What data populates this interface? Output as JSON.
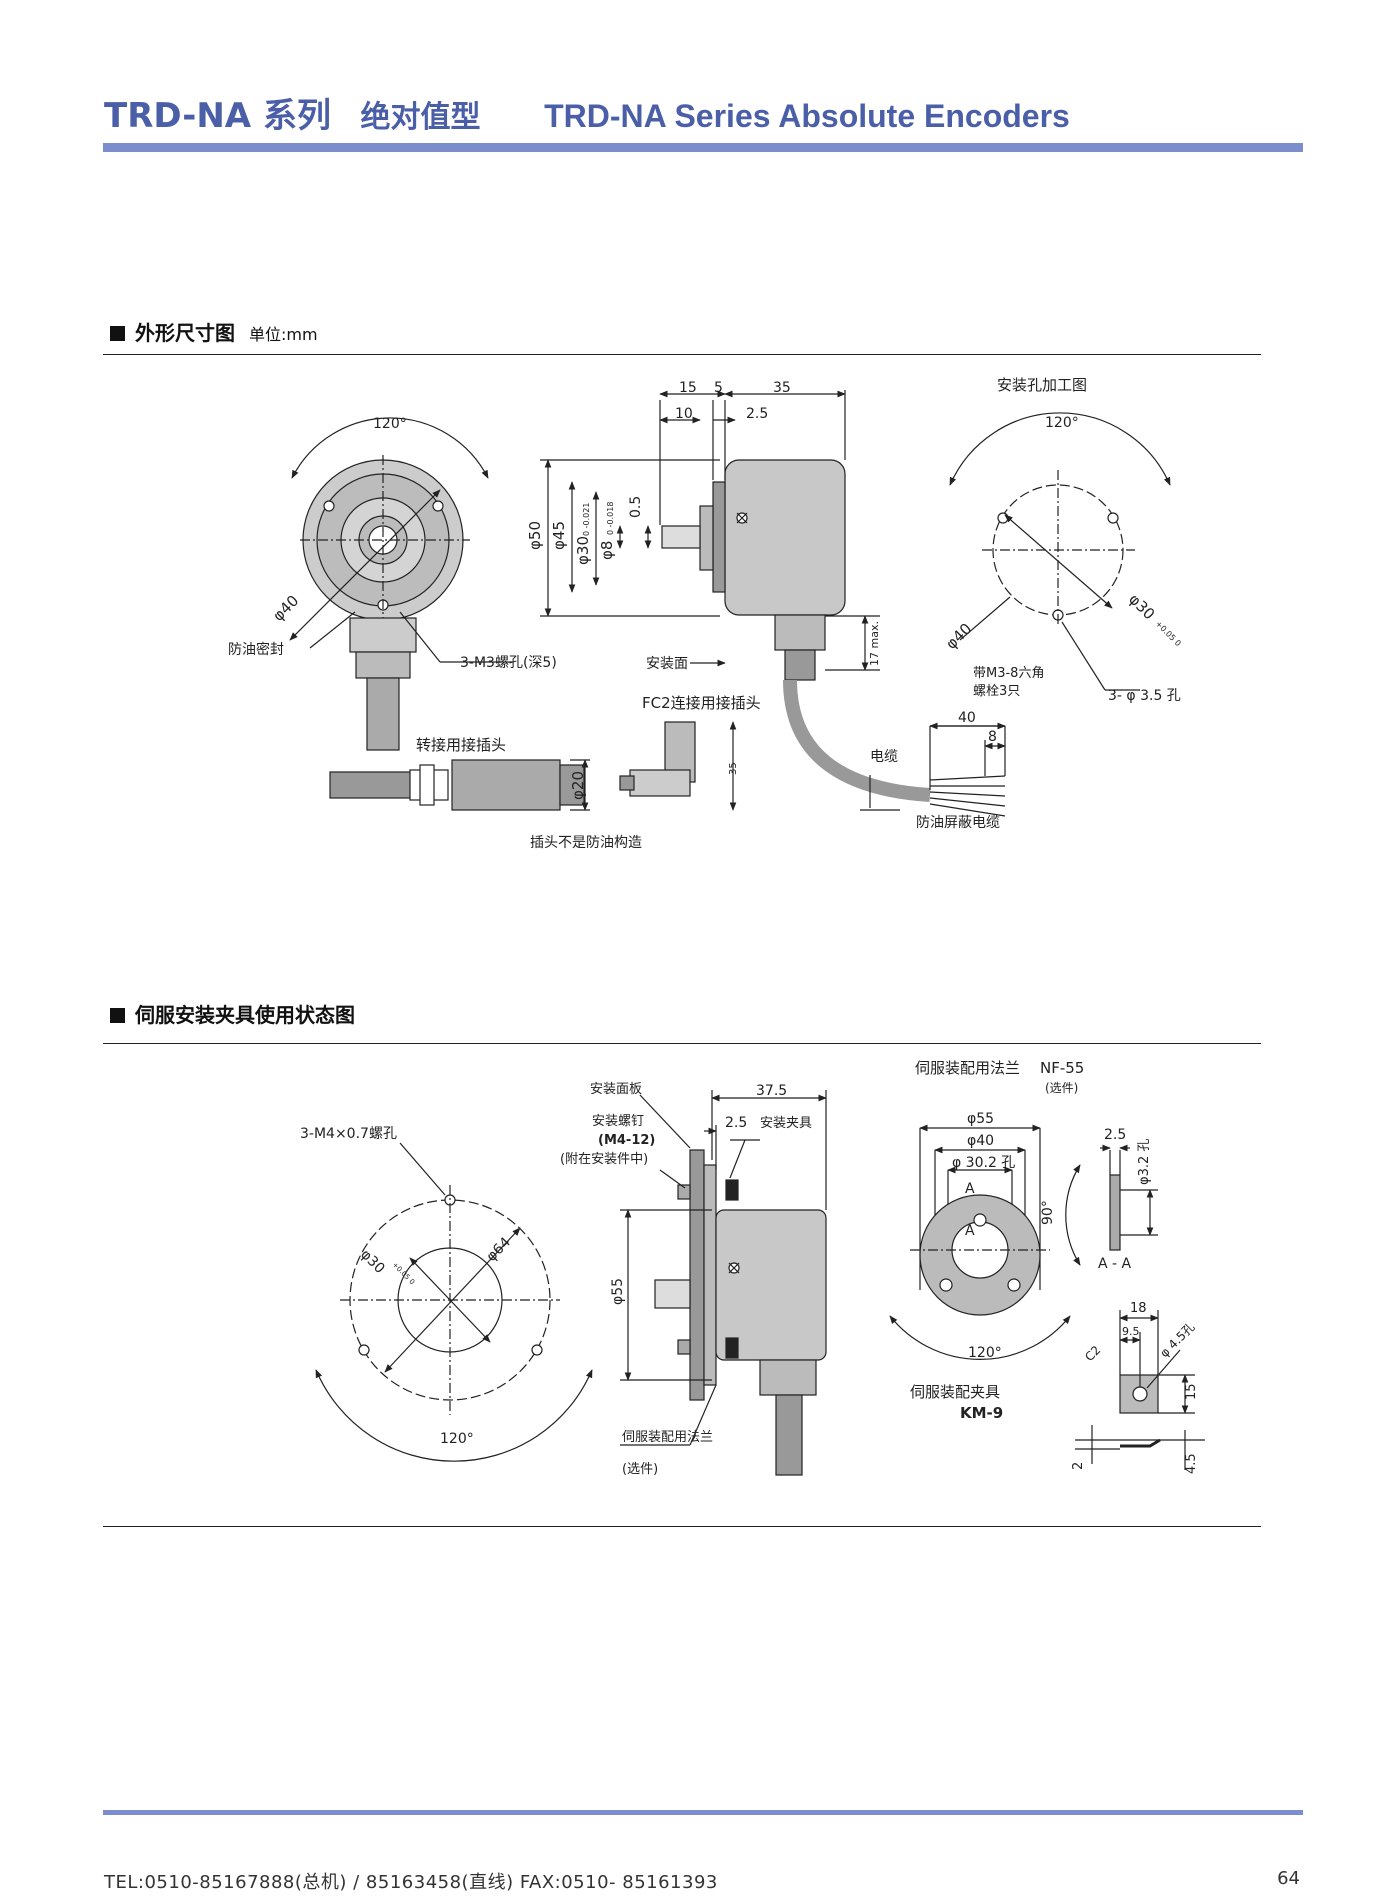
{
  "header": {
    "title_cn": "TRD-NA 系列",
    "subtitle_cn": "绝对值型",
    "title_en": "TRD-NA Series Absolute Encoders"
  },
  "section1": {
    "title": "外形尺寸图",
    "unit": "单位:mm",
    "front": {
      "angle": "120°",
      "dia40": "φ40",
      "seal": "防油密封",
      "holes": "3-M3螺孔(深5)"
    },
    "side": {
      "d15": "15",
      "d5": "5",
      "d35": "35",
      "d10": "10",
      "d25": "2.5",
      "d50": "φ50",
      "d45": "φ45",
      "d30": "φ30",
      "d30_tol": "0 -0.021",
      "d8": "φ8",
      "d8_tol": "0 -0.018",
      "d05": "0.5",
      "d17": "17 max.",
      "mount_face": "安装面"
    },
    "hole_pattern": {
      "title": "安装孔加工图",
      "angle": "120°",
      "dia40": "φ40",
      "dia30": "φ30",
      "dia30_tol": "+0.05 0",
      "bolt": "带M3-8六角",
      "bolt2": "螺栓3只",
      "holes": "3- φ 3.5 孔"
    },
    "connector": {
      "title": "转接用接插头",
      "dia20": "φ20",
      "note": "插头不是防油构造"
    },
    "fc2": {
      "title": "FC2连接用接插头",
      "d35": "35"
    },
    "cable": {
      "d40": "40",
      "d8": "8",
      "label": "电缆",
      "shield": "防油屏蔽电缆"
    }
  },
  "section2": {
    "title": "伺服安装夹具使用状态图",
    "front": {
      "holes": "3-M4×0.7螺孔",
      "d30": "φ30",
      "d30_tol": "+0.05 0",
      "d64": "φ64",
      "angle": "120°"
    },
    "side": {
      "panel": "安装面板",
      "screw": "安装螺钉",
      "screw_spec": "(M4-12)",
      "screw_note": "(附在安装件中)",
      "d375": "37.5",
      "d25": "2.5",
      "clamp": "安装夹具",
      "d55": "φ55",
      "flange": "伺服装配用法兰",
      "flange_opt": "(选件)"
    },
    "flange": {
      "title": "伺服装配用法兰",
      "model": "NF-55",
      "opt": "(选件)",
      "d55": "φ55",
      "d40": "φ40",
      "d302": "φ 30.2 孔",
      "a": "A",
      "angle": "120°",
      "a90": "90°",
      "d25": "2.5",
      "d32": "φ3.2 孔",
      "aa": "A - A"
    },
    "clamp": {
      "title": "伺服装配夹具",
      "model": "KM-9",
      "d18": "18",
      "d95": "9.5",
      "d45": "φ 4.5孔",
      "c2": "C2",
      "d15": "15",
      "d2": "2",
      "d45b": "4.5"
    }
  },
  "footer": {
    "contact": "TEL:0510-85167888(总机) / 85163458(直线)    FAX:0510- 85161393",
    "page": "64"
  }
}
